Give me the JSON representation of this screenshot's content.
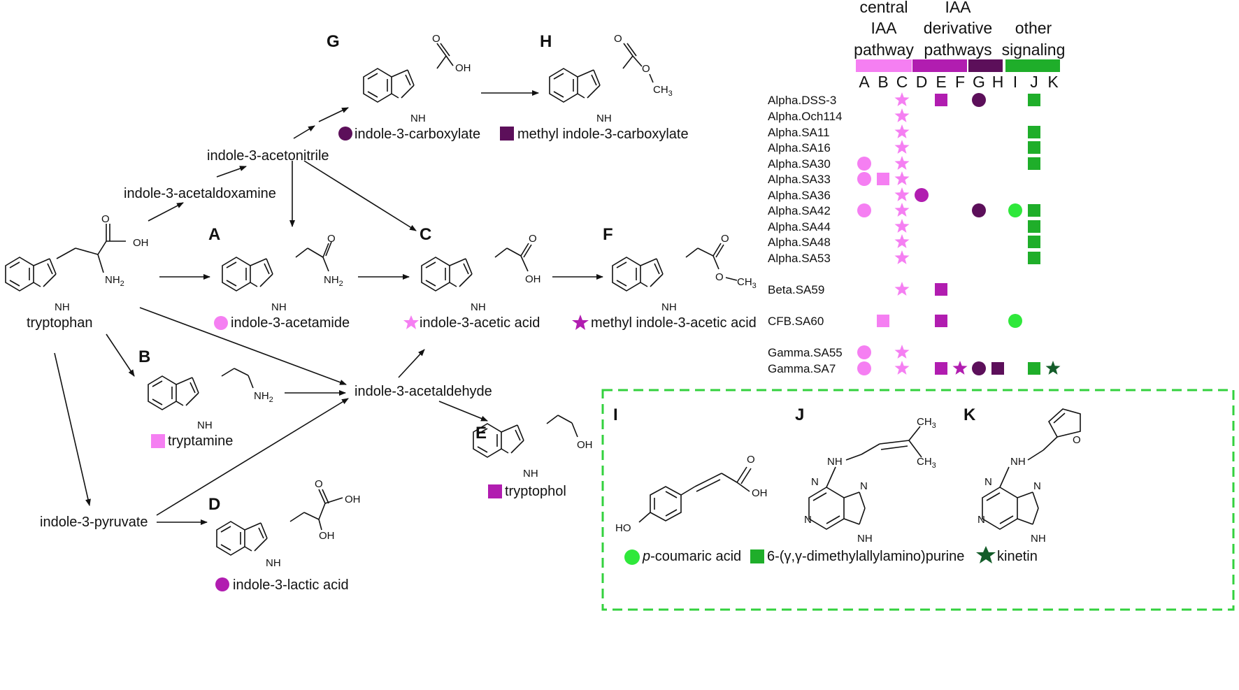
{
  "colors": {
    "central": "#f57ff2",
    "derivative": "#b11db0",
    "dark": "#5c0f5a",
    "p_coumaric": "#2fe83b",
    "green": "#1fae2a",
    "kinetin": "#145d2a",
    "box_border": "#33d13e"
  },
  "compounds": {
    "tryptophan": "tryptophan",
    "acetaldoxamine": "indole-3-acetaldoxamine",
    "acetonitrile": "indole-3-acetonitrile",
    "acetaldehyde": "indole-3-acetaldehyde",
    "pyruvate": "indole-3-pyruvate",
    "A": {
      "letter": "A",
      "name": "indole-3-acetamide",
      "marker": "circle-central"
    },
    "B": {
      "letter": "B",
      "name": "tryptamine",
      "marker": "square-central"
    },
    "C": {
      "letter": "C",
      "name": "indole-3-acetic acid",
      "marker": "star-central"
    },
    "D": {
      "letter": "D",
      "name": "indole-3-lactic acid",
      "marker": "circle-derivative"
    },
    "E": {
      "letter": "E",
      "name": "tryptophol",
      "marker": "square-derivative"
    },
    "F": {
      "letter": "F",
      "name": "methyl indole-3-acetic acid",
      "marker": "star-derivative"
    },
    "G": {
      "letter": "G",
      "name": "indole-3-carboxylate",
      "marker": "circle-dark"
    },
    "H": {
      "letter": "H",
      "name": "methyl indole-3-carboxylate",
      "marker": "square-dark"
    },
    "I": {
      "letter": "I",
      "name_prefix": "p",
      "name_rest": "-coumaric acid",
      "marker": "circle-light-green"
    },
    "J": {
      "letter": "J",
      "name": "6-(γ,γ-dimethylallylamino)purine",
      "marker": "square-green"
    },
    "K": {
      "letter": "K",
      "name": "kinetin",
      "marker": "star-dark-green"
    }
  },
  "atoms": {
    "NH": "NH",
    "OH": "OH",
    "O": "O",
    "NH2": "NH",
    "two": "2",
    "CH3": "CH",
    "three": "3",
    "N": "N"
  },
  "matrix": {
    "groups": [
      {
        "lines": [
          "central",
          "IAA",
          "pathway"
        ]
      },
      {
        "lines": [
          "IAA",
          "derivative",
          "pathways"
        ]
      },
      {
        "lines": [
          "other",
          "signaling"
        ]
      }
    ],
    "columns": [
      "A",
      "B",
      "C",
      "D",
      "E",
      "F",
      "G",
      "H",
      "I",
      "J",
      "K"
    ],
    "rows": [
      {
        "strain": "Alpha.DSS-3",
        "cells": [
          "C",
          "E",
          "G",
          "J"
        ]
      },
      {
        "strain": "Alpha.Och114",
        "cells": [
          "C"
        ]
      },
      {
        "strain": "Alpha.SA11",
        "cells": [
          "C",
          "J"
        ]
      },
      {
        "strain": "Alpha.SA16",
        "cells": [
          "C",
          "J"
        ]
      },
      {
        "strain": "Alpha.SA30",
        "cells": [
          "A",
          "C",
          "J"
        ]
      },
      {
        "strain": "Alpha.SA33",
        "cells": [
          "A",
          "B",
          "C"
        ]
      },
      {
        "strain": "Alpha.SA36",
        "cells": [
          "C",
          "D"
        ]
      },
      {
        "strain": "Alpha.SA42",
        "cells": [
          "A",
          "C",
          "G",
          "I",
          "J"
        ]
      },
      {
        "strain": "Alpha.SA44",
        "cells": [
          "C",
          "J"
        ]
      },
      {
        "strain": "Alpha.SA48",
        "cells": [
          "C",
          "J"
        ]
      },
      {
        "strain": "Alpha.SA53",
        "cells": [
          "C",
          "J"
        ]
      },
      {
        "strain": "Beta.SA59",
        "cells": [
          "C",
          "E"
        ]
      },
      {
        "strain": "CFB.SA60",
        "cells": [
          "B",
          "E",
          "I"
        ]
      },
      {
        "strain": "Gamma.SA55",
        "cells": [
          "A",
          "C"
        ]
      },
      {
        "strain": "Gamma.SA7",
        "cells": [
          "A",
          "C",
          "E",
          "F",
          "G",
          "H",
          "J",
          "K"
        ]
      }
    ]
  }
}
